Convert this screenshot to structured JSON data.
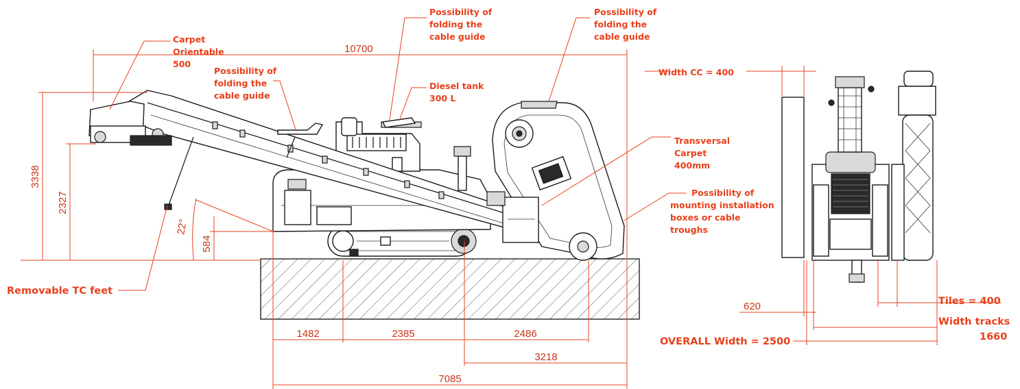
{
  "labels": {
    "carpet_orientable": [
      "Carpet",
      "Orientable",
      "500"
    ],
    "folding_center": [
      "Possibility of",
      "folding the",
      "cable guide"
    ],
    "folding_top_middle": [
      "Possibility of",
      "folding the",
      "cable guide"
    ],
    "folding_top_right": [
      "Possibility of",
      "folding the",
      "cable guide"
    ],
    "diesel_tank": [
      "Diesel tank",
      "300 L"
    ],
    "transversal_carpet": [
      "Transversal",
      "Carpet",
      "400mm"
    ],
    "mounting_boxes": [
      "Possibility of",
      "mounting installation",
      "boxes or cable",
      "troughs"
    ],
    "removable_feet": "Removable TC feet",
    "width_cc": "Width CC = 400",
    "tiles": "Tiles = 400",
    "width_tracks": [
      "Width tracks",
      "1660"
    ],
    "overall_width": "OVERALL Width = 2500"
  },
  "dimensions": {
    "overall_length": "10700",
    "height_total": "3338",
    "height_carpet": "2327",
    "angle": "22°",
    "ground_clearance": "584",
    "dim_1482": "1482",
    "dim_2385": "2385",
    "dim_2486": "2486",
    "dim_3218": "3218",
    "dim_7085": "7085",
    "dim_620": "620"
  },
  "colors": {
    "accent": "#e8401c",
    "line": "#1a1a1a"
  }
}
